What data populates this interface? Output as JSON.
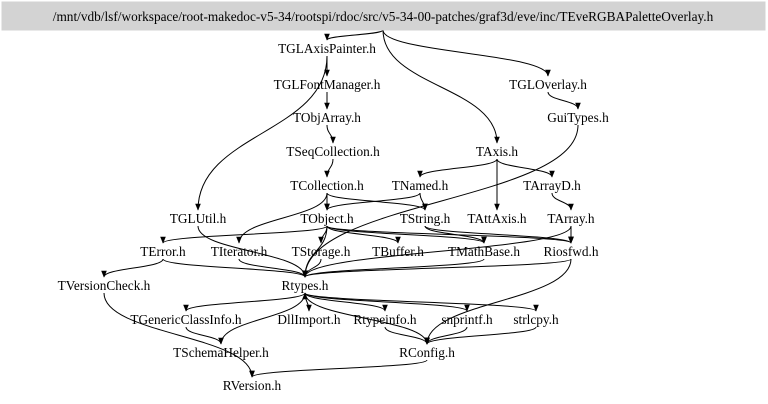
{
  "diagram": {
    "type": "include-dependency-graph",
    "root": {
      "id": "root",
      "label": "/mnt/vdb/lsf/workspace/root-makedoc-v5-34/rootspi/rdoc/src/v5-34-00-patches/graf3d/eve/inc/TEveRGBAPaletteOverlay.h"
    },
    "colors": {
      "root_fill": "#d3d3d3",
      "edge": "#000000",
      "text": "#000000",
      "background": "#ffffff"
    },
    "nodes": [
      {
        "id": "TGLAxisPainter",
        "label": "TGLAxisPainter.h"
      },
      {
        "id": "TGLOverlay",
        "label": "TGLOverlay.h"
      },
      {
        "id": "TGLFontManager",
        "label": "TGLFontManager.h"
      },
      {
        "id": "GuiTypes",
        "label": "GuiTypes.h"
      },
      {
        "id": "TObjArray",
        "label": "TObjArray.h"
      },
      {
        "id": "TSeqCollection",
        "label": "TSeqCollection.h"
      },
      {
        "id": "TAxis",
        "label": "TAxis.h"
      },
      {
        "id": "TCollection",
        "label": "TCollection.h"
      },
      {
        "id": "TNamed",
        "label": "TNamed.h"
      },
      {
        "id": "TArrayD",
        "label": "TArrayD.h"
      },
      {
        "id": "TGLUtil",
        "label": "TGLUtil.h"
      },
      {
        "id": "TObject",
        "label": "TObject.h"
      },
      {
        "id": "TString",
        "label": "TString.h"
      },
      {
        "id": "TAttAxis",
        "label": "TAttAxis.h"
      },
      {
        "id": "TArray",
        "label": "TArray.h"
      },
      {
        "id": "TError",
        "label": "TError.h"
      },
      {
        "id": "TIterator",
        "label": "TIterator.h"
      },
      {
        "id": "TStorage",
        "label": "TStorage.h"
      },
      {
        "id": "TBuffer",
        "label": "TBuffer.h"
      },
      {
        "id": "TMathBase",
        "label": "TMathBase.h"
      },
      {
        "id": "Riosfwd",
        "label": "Riosfwd.h"
      },
      {
        "id": "TVersionCheck",
        "label": "TVersionCheck.h"
      },
      {
        "id": "Rtypes",
        "label": "Rtypes.h"
      },
      {
        "id": "TGenericClassInfo",
        "label": "TGenericClassInfo.h"
      },
      {
        "id": "DllImport",
        "label": "DllImport.h"
      },
      {
        "id": "Rtypeinfo",
        "label": "Rtypeinfo.h"
      },
      {
        "id": "snprintf",
        "label": "snprintf.h"
      },
      {
        "id": "strlcpy",
        "label": "strlcpy.h"
      },
      {
        "id": "TSchemaHelper",
        "label": "TSchemaHelper.h"
      },
      {
        "id": "RConfig",
        "label": "RConfig.h"
      },
      {
        "id": "RVersion",
        "label": "RVersion.h"
      }
    ],
    "edges": [
      [
        "root",
        "TGLAxisPainter"
      ],
      [
        "root",
        "TGLOverlay"
      ],
      [
        "root",
        "TAxis"
      ],
      [
        "TGLAxisPainter",
        "TGLFontManager"
      ],
      [
        "TGLAxisPainter",
        "TGLUtil"
      ],
      [
        "TGLFontManager",
        "TObjArray"
      ],
      [
        "TObjArray",
        "TSeqCollection"
      ],
      [
        "TSeqCollection",
        "TCollection"
      ],
      [
        "TCollection",
        "TObject"
      ],
      [
        "TCollection",
        "TIterator"
      ],
      [
        "TCollection",
        "TString"
      ],
      [
        "TGLOverlay",
        "GuiTypes"
      ],
      [
        "GuiTypes",
        "Rtypes"
      ],
      [
        "TAxis",
        "TNamed"
      ],
      [
        "TAxis",
        "TAttAxis"
      ],
      [
        "TAxis",
        "TArrayD"
      ],
      [
        "TNamed",
        "TString"
      ],
      [
        "TNamed",
        "TObject"
      ],
      [
        "TArrayD",
        "TArray"
      ],
      [
        "TObject",
        "TStorage"
      ],
      [
        "TObject",
        "Rtypes"
      ],
      [
        "TObject",
        "TBuffer"
      ],
      [
        "TObject",
        "TError"
      ],
      [
        "TObject",
        "TMathBase"
      ],
      [
        "TObject",
        "Riosfwd"
      ],
      [
        "TString",
        "TMathBase"
      ],
      [
        "TString",
        "Riosfwd"
      ],
      [
        "TArray",
        "Riosfwd"
      ],
      [
        "TGLUtil",
        "Rtypes"
      ],
      [
        "TError",
        "TVersionCheck"
      ],
      [
        "TError",
        "Rtypes"
      ],
      [
        "TStorage",
        "Rtypes"
      ],
      [
        "TIterator",
        "Rtypes"
      ],
      [
        "TMathBase",
        "Rtypes"
      ],
      [
        "Riosfwd",
        "Rtypes"
      ],
      [
        "Riosfwd",
        "RConfig"
      ],
      [
        "TArray",
        "Rtypes"
      ],
      [
        "TVersionCheck",
        "RVersion"
      ],
      [
        "Rtypes",
        "TGenericClassInfo"
      ],
      [
        "Rtypes",
        "DllImport"
      ],
      [
        "Rtypes",
        "Rtypeinfo"
      ],
      [
        "Rtypes",
        "snprintf"
      ],
      [
        "Rtypes",
        "strlcpy"
      ],
      [
        "Rtypes",
        "RConfig"
      ],
      [
        "TGenericClassInfo",
        "TSchemaHelper"
      ],
      [
        "TSchemaHelper",
        "Rtypes"
      ],
      [
        "Rtypeinfo",
        "RConfig"
      ],
      [
        "snprintf",
        "RConfig"
      ],
      [
        "strlcpy",
        "RConfig"
      ],
      [
        "RConfig",
        "RVersion"
      ]
    ]
  }
}
